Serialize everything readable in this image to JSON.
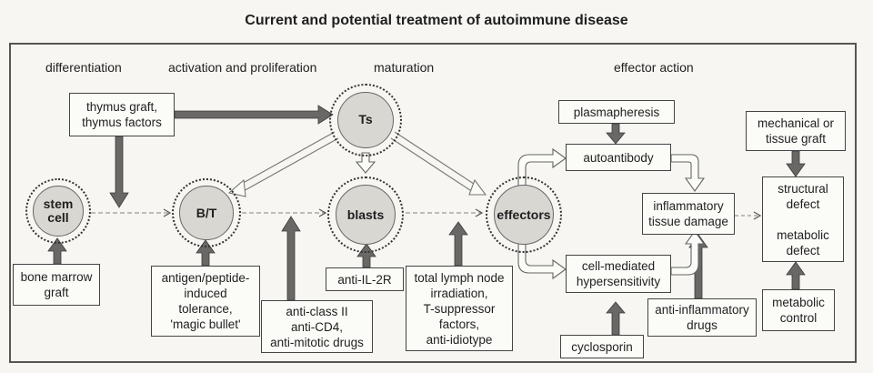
{
  "title": "Current and potential treatment of autoimmune disease",
  "stages": {
    "differentiation": "differentiation",
    "activation": "activation and proliferation",
    "maturation": "maturation",
    "effector": "effector action"
  },
  "cells": {
    "stem": "stem\ncell",
    "bt": "B/T",
    "ts": "Ts",
    "blasts": "blasts",
    "effectors": "effectors"
  },
  "boxes": {
    "thymus": "thymus graft,\nthymus factors",
    "bone_marrow": "bone marrow\ngraft",
    "antigen": "antigen/peptide-\ninduced\ntolerance,\n'magic bullet'",
    "anti_class": "anti-class II\nanti-CD4,\nanti-mitotic drugs",
    "anti_il2r": "anti-IL-2R",
    "lymph": "total lymph node\nirradiation,\nT-suppressor\nfactors,\nanti-idiotype",
    "plasmapheresis": "plasmapheresis",
    "autoantibody": "autoantibody",
    "cell_mediated": "cell-mediated\nhypersensitivity",
    "cyclosporin": "cyclosporin",
    "inflammatory": "inflammatory\ntissue damage",
    "anti_inflam": "anti-inflammatory\ndrugs",
    "mechanical": "mechanical or\ntissue graft",
    "defect": "structural\ndefect\n\nmetabolic\ndefect",
    "metabolic_control": "metabolic\ncontrol"
  }
}
